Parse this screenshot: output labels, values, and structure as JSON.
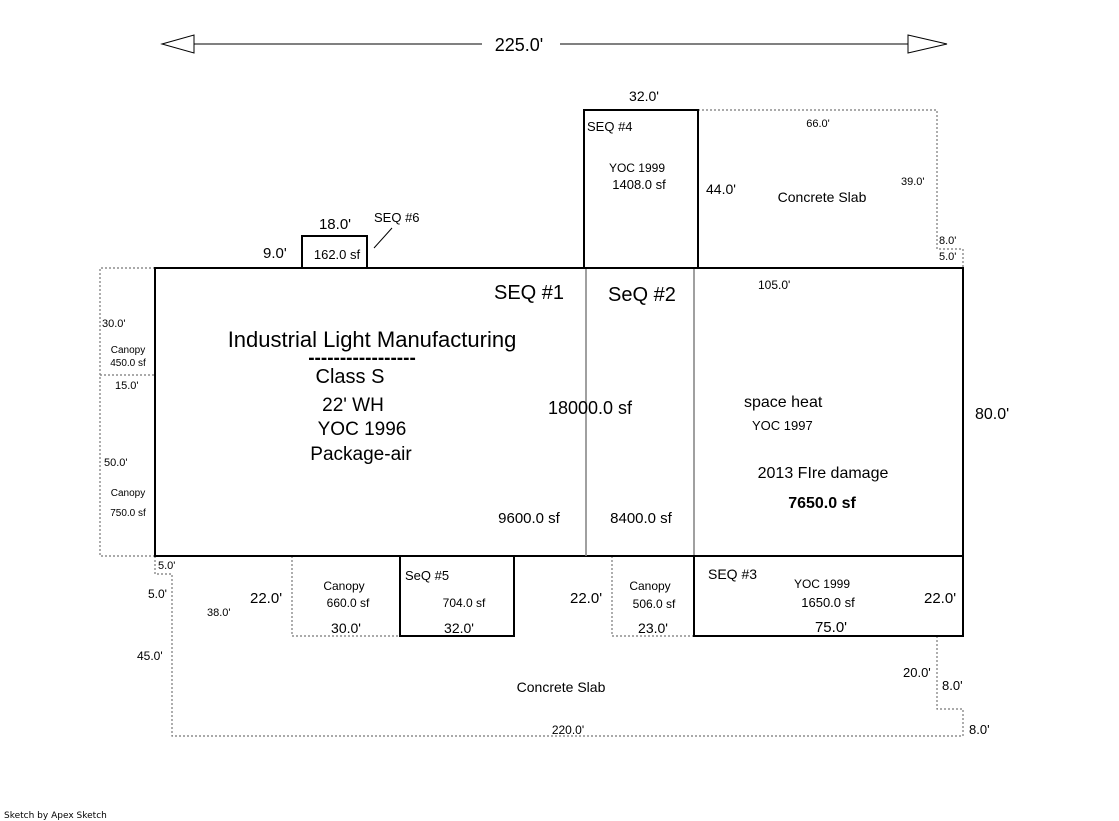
{
  "sketch": {
    "overall_width": "225.0'",
    "main": {
      "seq1_label": "SEQ #1",
      "seq2_label": "SeQ #2",
      "title": "Industrial Light Manufacturing",
      "divider": "-----------------",
      "class": "Class S",
      "wall_height": "22' WH",
      "yoc": "YOC 1996",
      "hvac": "Package-air",
      "total_area": "18000.0 sf",
      "seq1_area": "9600.0 sf",
      "seq2_area": "8400.0 sf",
      "right_height": "80.0'"
    },
    "east_section": {
      "top_dim": "105.0'",
      "heat": "space heat",
      "yoc": "YOC 1997",
      "note": "2013 FIre damage",
      "area": "7650.0 sf"
    },
    "seq4": {
      "label": "SEQ #4",
      "width": "32.0'",
      "yoc": "YOC 1999",
      "area": "1408.0 sf",
      "height": "44.0'"
    },
    "top_slab": {
      "label": "Concrete Slab",
      "width": "66.0'",
      "height": "39.0'",
      "step1": "8.0'",
      "step2": "5.0'"
    },
    "seq6": {
      "label": "SEQ #6",
      "width": "18.0'",
      "height": "9.0'",
      "area": "162.0 sf"
    },
    "west_canopy_top": {
      "dim": "30.0'",
      "label": "Canopy",
      "area": "450.0 sf",
      "depth": "15.0'"
    },
    "west_canopy_bottom": {
      "dim": "50.0'",
      "label": "Canopy",
      "area": "750.0 sf"
    },
    "south_canopy_1": {
      "label": "Canopy",
      "area": "660.0 sf",
      "width": "30.0'",
      "depth": "22.0'"
    },
    "seq5": {
      "label": "SeQ #5",
      "area": "704.0 sf",
      "width": "32.0'"
    },
    "south_canopy_2": {
      "label": "Canopy",
      "area": "506.0 sf",
      "width": "23.0'",
      "depth": "22.0'"
    },
    "seq3": {
      "label": "SEQ #3",
      "yoc": "YOC 1999",
      "area": "1650.0 sf",
      "width": "75.0'",
      "depth": "22.0'"
    },
    "bottom_slab": {
      "label": "Concrete Slab",
      "width": "220.0'",
      "left_depth": "45.0'",
      "inner_depth": "38.0'",
      "step_a": "5.0'",
      "step_b": "5.0'",
      "right_depth": "20.0'",
      "right_step1": "8.0'",
      "right_step2": "8.0'"
    },
    "footer": "Sketch by Apex Sketch"
  }
}
